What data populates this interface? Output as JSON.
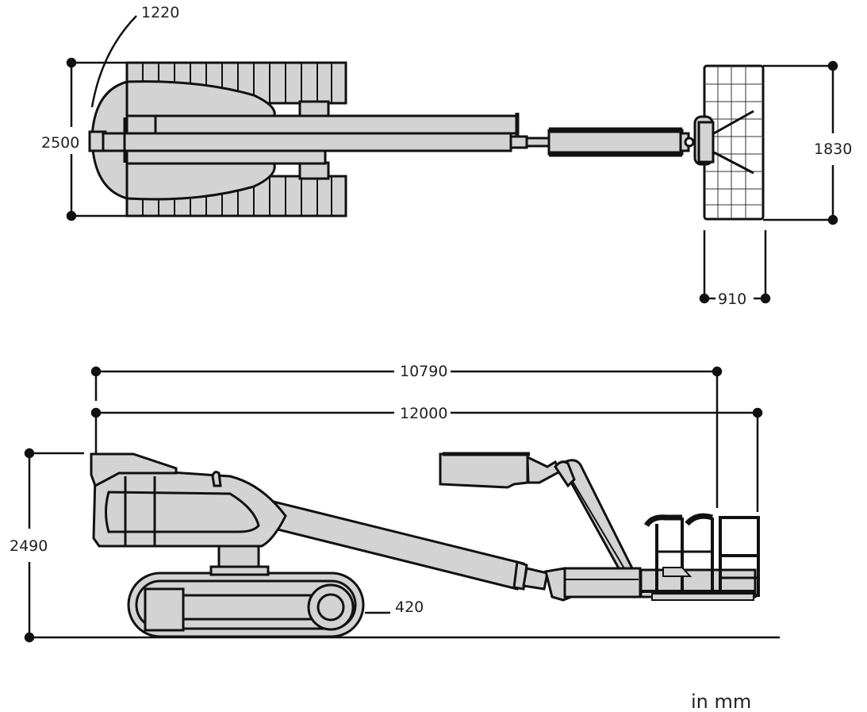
{
  "diagram": {
    "colors": {
      "fill": "#d3d3d3",
      "stroke": "#111111",
      "text": "#222222",
      "background": "#ffffff"
    },
    "top_view": {
      "dim_track_width": "2500",
      "dim_turret": "1220",
      "dim_platform_width": "1830",
      "dim_platform_depth": "910"
    },
    "side_view": {
      "dim_stowed_length": "10790",
      "dim_overall_length": "12000",
      "dim_stowed_height": "2490",
      "dim_ground_clearance": "420"
    },
    "unit_label": "in mm"
  }
}
